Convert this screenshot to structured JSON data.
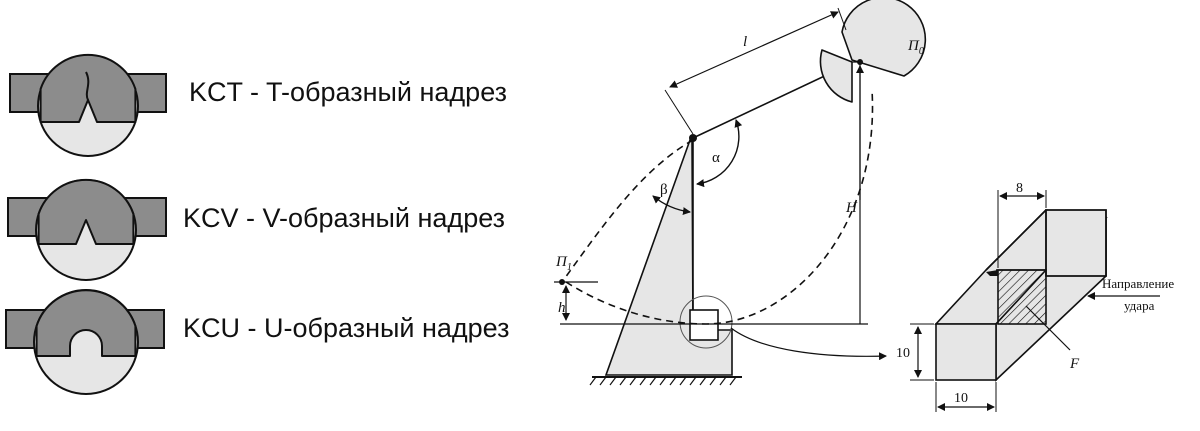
{
  "notch_types": [
    {
      "label": "KCT - T-образный надрез",
      "shape": "T"
    },
    {
      "label": "KCV - V-образный надрез",
      "shape": "V"
    },
    {
      "label": "KCU - U-образный надрез",
      "shape": "U"
    }
  ],
  "pendulum": {
    "length_label": "l",
    "start_position_label": "П",
    "start_position_sub": "0",
    "end_position_label": "П",
    "end_position_sub": "1",
    "angle_alpha_label": "α",
    "angle_beta_label": "β",
    "start_height_label": "H",
    "end_height_label": "h"
  },
  "specimen": {
    "width_top_label": "8",
    "height_label": "10",
    "width_label": "10",
    "area_label": "F",
    "impact_direction_label_1": "Направление",
    "impact_direction_label_2": "удара"
  },
  "colors": {
    "dark_fill": "#8c8c8c",
    "light_fill": "#e6e6e6",
    "line": "#111111"
  }
}
